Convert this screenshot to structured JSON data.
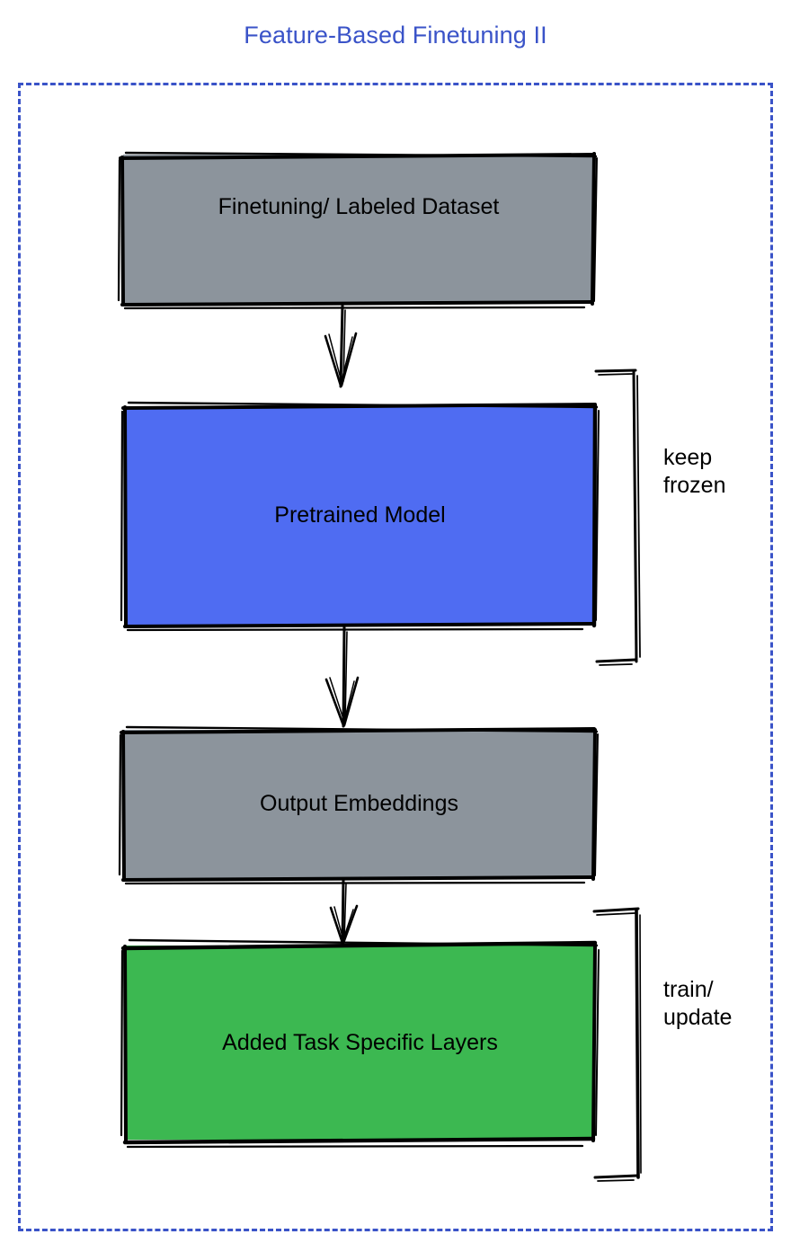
{
  "title": "Feature-Based Finetuning II",
  "theme": {
    "accent_blue": "#3a53c8",
    "frame_border": "#3a53c8",
    "gray_box": "#8c949c",
    "blue_box": "#4f6cf2",
    "green_box": "#3cb851",
    "stroke": "#000000",
    "background": "#ffffff"
  },
  "frame": {
    "style": "dashed",
    "color": "#3a53c8"
  },
  "nodes": [
    {
      "id": "dataset",
      "label": "Finetuning/ Labeled Dataset",
      "fill": "#8c949c",
      "shape": "rectangle"
    },
    {
      "id": "pretrained",
      "label": "Pretrained Model",
      "fill": "#4f6cf2",
      "shape": "rectangle"
    },
    {
      "id": "embeddings",
      "label": "Output Embeddings",
      "fill": "#8c949c",
      "shape": "rectangle"
    },
    {
      "id": "tasklayers",
      "label": "Added Task Specific Layers",
      "fill": "#3cb851",
      "shape": "rectangle"
    }
  ],
  "brackets": [
    {
      "id": "keep-frozen",
      "label": "keep\nfrozen",
      "targets": [
        "pretrained"
      ]
    },
    {
      "id": "train-update",
      "label": "train/\nupdate",
      "targets": [
        "tasklayers"
      ]
    }
  ],
  "connectors": [
    {
      "from": "dataset",
      "to": "pretrained",
      "style": "arrow-down"
    },
    {
      "from": "pretrained",
      "to": "embeddings",
      "style": "arrow-down"
    },
    {
      "from": "embeddings",
      "to": "tasklayers",
      "style": "arrow-down"
    }
  ]
}
